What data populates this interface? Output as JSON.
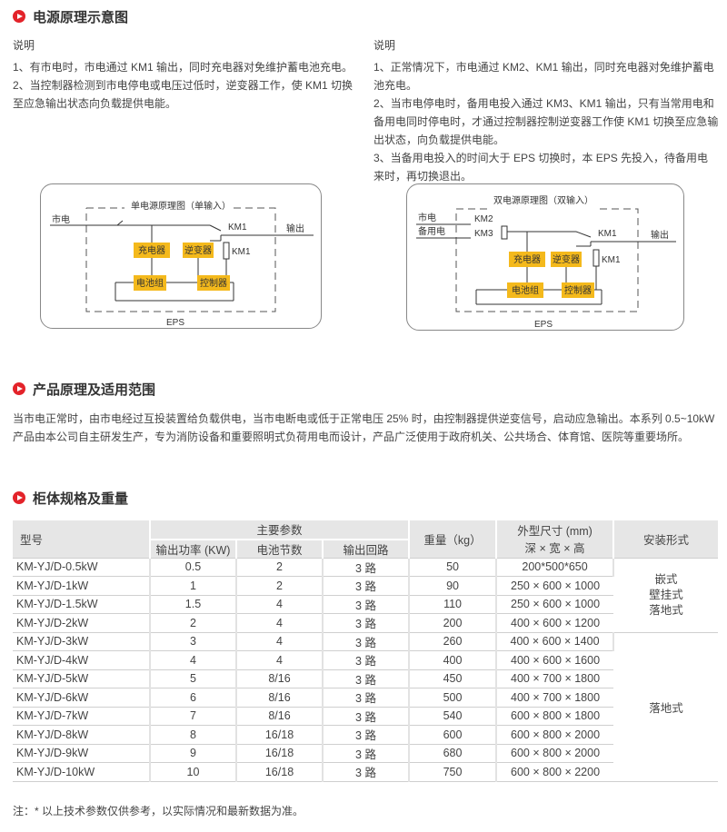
{
  "section1": {
    "title": "电源原理示意图",
    "left": {
      "heading": "说明",
      "lines": [
        "1、有市电时，市电通过 KM1 输出，同时充电器对免维护蓄电池充电。",
        "2、当控制器检测到市电停电或电压过低时，逆变器工作，使 KM1 切换至应急输出状态向负载提供电能。"
      ]
    },
    "right": {
      "heading": "说明",
      "lines": [
        "1、正常情况下，市电通过 KM2、KM1 输出，同时充电器对免维护蓄电池充电。",
        "2、当市电停电时，备用电投入通过 KM3、KM1 输出，只有当常用电和备用电同时停电时，才通过控制器控制逆变器工作使 KM1 切换至应急输出状态，向负载提供电能。",
        "3、当备用电投入的时间大于 EPS 切换时，本 EPS 先投入，待备用电来时，再切换退出。"
      ]
    }
  },
  "diagram1": {
    "title": "单电源原理图（单输入）",
    "input": "市电",
    "output": "输出",
    "km1_top": "KM1",
    "km1_side": "KM1",
    "charger": "充电器",
    "inverter": "逆变器",
    "battery": "电池组",
    "controller": "控制器",
    "eps": "EPS"
  },
  "diagram2": {
    "title": "双电源原理图（双输入）",
    "input1": "市电",
    "input2": "备用电",
    "km2": "KM2",
    "km3": "KM3",
    "output": "输出",
    "km1_top": "KM1",
    "km1_side": "KM1",
    "charger": "充电器",
    "inverter": "逆变器",
    "battery": "电池组",
    "controller": "控制器",
    "eps": "EPS"
  },
  "section2": {
    "title": "产品原理及适用范围",
    "paragraph": "当市电正常时，由市电经过互投装置给负载供电，当市电断电或低于正常电压 25% 时，由控制器提供逆变信号，启动应急输出。本系列 0.5~10kW 产品由本公司自主研发生产，专为消防设备和重要照明式负荷用电而设计，产品广泛使用于政府机关、公共场合、体育馆、医院等重要场所。"
  },
  "section3": {
    "title": "柜体规格及重量",
    "headers": {
      "model": "型号",
      "main_params": "主要参数",
      "power": "输出功率 (KW)",
      "cells": "电池节数",
      "circuits": "输出回路",
      "weight": "重量（kg）",
      "size_line1": "外型尺寸 (mm)",
      "size_line2": "深 × 宽 × 高",
      "install": "安装形式"
    },
    "rows": [
      {
        "model": "KM-YJ/D-0.5kW",
        "power": "0.5",
        "cells": "2",
        "circuits": "3 路",
        "weight": "50",
        "size": "200*500*650"
      },
      {
        "model": "KM-YJ/D-1kW",
        "power": "1",
        "cells": "2",
        "circuits": "3 路",
        "weight": "90",
        "size": "250 × 600 × 1000"
      },
      {
        "model": "KM-YJ/D-1.5kW",
        "power": "1.5",
        "cells": "4",
        "circuits": "3 路",
        "weight": "110",
        "size": "250 × 600 × 1000"
      },
      {
        "model": "KM-YJ/D-2kW",
        "power": "2",
        "cells": "4",
        "circuits": "3 路",
        "weight": "200",
        "size": "400 × 600 × 1200"
      },
      {
        "model": "KM-YJ/D-3kW",
        "power": "3",
        "cells": "4",
        "circuits": "3 路",
        "weight": "260",
        "size": "400 × 600 × 1400"
      },
      {
        "model": "KM-YJ/D-4kW",
        "power": "4",
        "cells": "4",
        "circuits": "3 路",
        "weight": "400",
        "size": "400 × 600 × 1600"
      },
      {
        "model": "KM-YJ/D-5kW",
        "power": "5",
        "cells": "8/16",
        "circuits": "3 路",
        "weight": "450",
        "size": "400 × 700 × 1800"
      },
      {
        "model": "KM-YJ/D-6kW",
        "power": "6",
        "cells": "8/16",
        "circuits": "3 路",
        "weight": "500",
        "size": "400 × 700 × 1800"
      },
      {
        "model": "KM-YJ/D-7kW",
        "power": "7",
        "cells": "8/16",
        "circuits": "3 路",
        "weight": "540",
        "size": "600 × 800 × 1800"
      },
      {
        "model": "KM-YJ/D-8kW",
        "power": "8",
        "cells": "16/18",
        "circuits": "3 路",
        "weight": "600",
        "size": "600 × 800 × 2000"
      },
      {
        "model": "KM-YJ/D-9kW",
        "power": "9",
        "cells": "16/18",
        "circuits": "3 路",
        "weight": "680",
        "size": "600 × 800 × 2000"
      },
      {
        "model": "KM-YJ/D-10kW",
        "power": "10",
        "cells": "16/18",
        "circuits": "3 路",
        "weight": "750",
        "size": "600 × 800 × 2200"
      }
    ],
    "install_group1": [
      "嵌式",
      "壁挂式",
      "落地式"
    ],
    "install_group2": "落地式",
    "note": "注：* 以上技术参数仅供参考，以实际情况和最新数据为准。"
  },
  "colors": {
    "accent": "#e3232a",
    "component_fill": "#f4b91c",
    "header_fill": "#e6e6e6"
  }
}
